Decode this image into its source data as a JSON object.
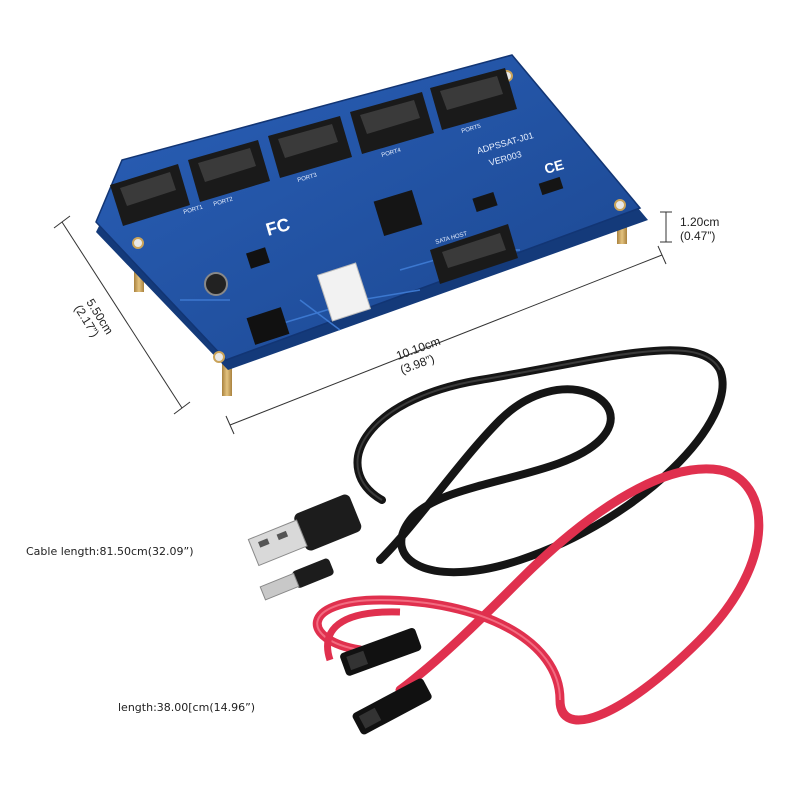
{
  "board": {
    "model": "ADPSSAT-J01",
    "version": "VER003",
    "fc_mark": "FC",
    "ce_mark": "CE",
    "ports": [
      "PORT1",
      "PORT2",
      "PORT3",
      "PORT4",
      "PORT5"
    ],
    "host_label": "SATA HOST"
  },
  "dimensions": {
    "length_cm": "10.10cm",
    "length_in": "(3.98”)",
    "width_cm": "5.50cm",
    "width_in": "(2.17”)",
    "height_cm": "1.20cm",
    "height_in": "(0.47”)"
  },
  "captions": {
    "usb_cable": "Cable length:81.50cm(32.09”)",
    "sata_cable": "length:38.00[cm(14.96”)"
  },
  "colors": {
    "pcb": "#1f4fa0",
    "connector": "#1a1a1a",
    "sata_cable": "#e0304e",
    "usb_cable": "#151515",
    "standoff": "#c9a35a"
  }
}
